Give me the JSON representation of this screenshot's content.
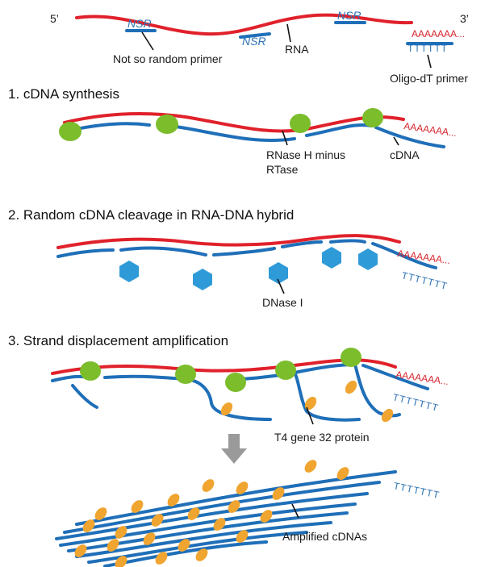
{
  "top": {
    "five_prime": "5’",
    "three_prime": "3’",
    "nsr_tag": "NSR",
    "polyA": "AAAAAAA...",
    "oligo_dt_bases": "TTTTTT",
    "nsr_label": "Not so random primer",
    "rna_label": "RNA",
    "oligo_label": "Oligo-dT primer"
  },
  "step1": {
    "title": "1. cDNA synthesis",
    "polyA": "AAAAAAA...",
    "enzyme_label_line1": "RNase H minus",
    "enzyme_label_line2": "RTase",
    "cdna_label": "cDNA"
  },
  "step2": {
    "title": "2. Random cDNA cleavage in RNA-DNA hybrid",
    "polyA": "AAAAAAA...",
    "oligo_dt_bases": "TTTTTTT",
    "dnase_label": "DNase I"
  },
  "step3": {
    "title": "3. Strand displacement amplification",
    "polyA": "AAAAAAA...",
    "oligo_dt_bases": "TTTTTTT",
    "protein_label": "T4 gene 32 protein"
  },
  "result": {
    "oligo_dt_bases": "TTTTTTT",
    "label": "Amplified cDNAs"
  },
  "colors": {
    "rna": "#e0212b",
    "dna": "#1f6fb8",
    "rtase": "#7cbd2c",
    "dnase": "#2f9ad8",
    "gp32": "#f0a531",
    "arrow": "#9a9a9a"
  }
}
